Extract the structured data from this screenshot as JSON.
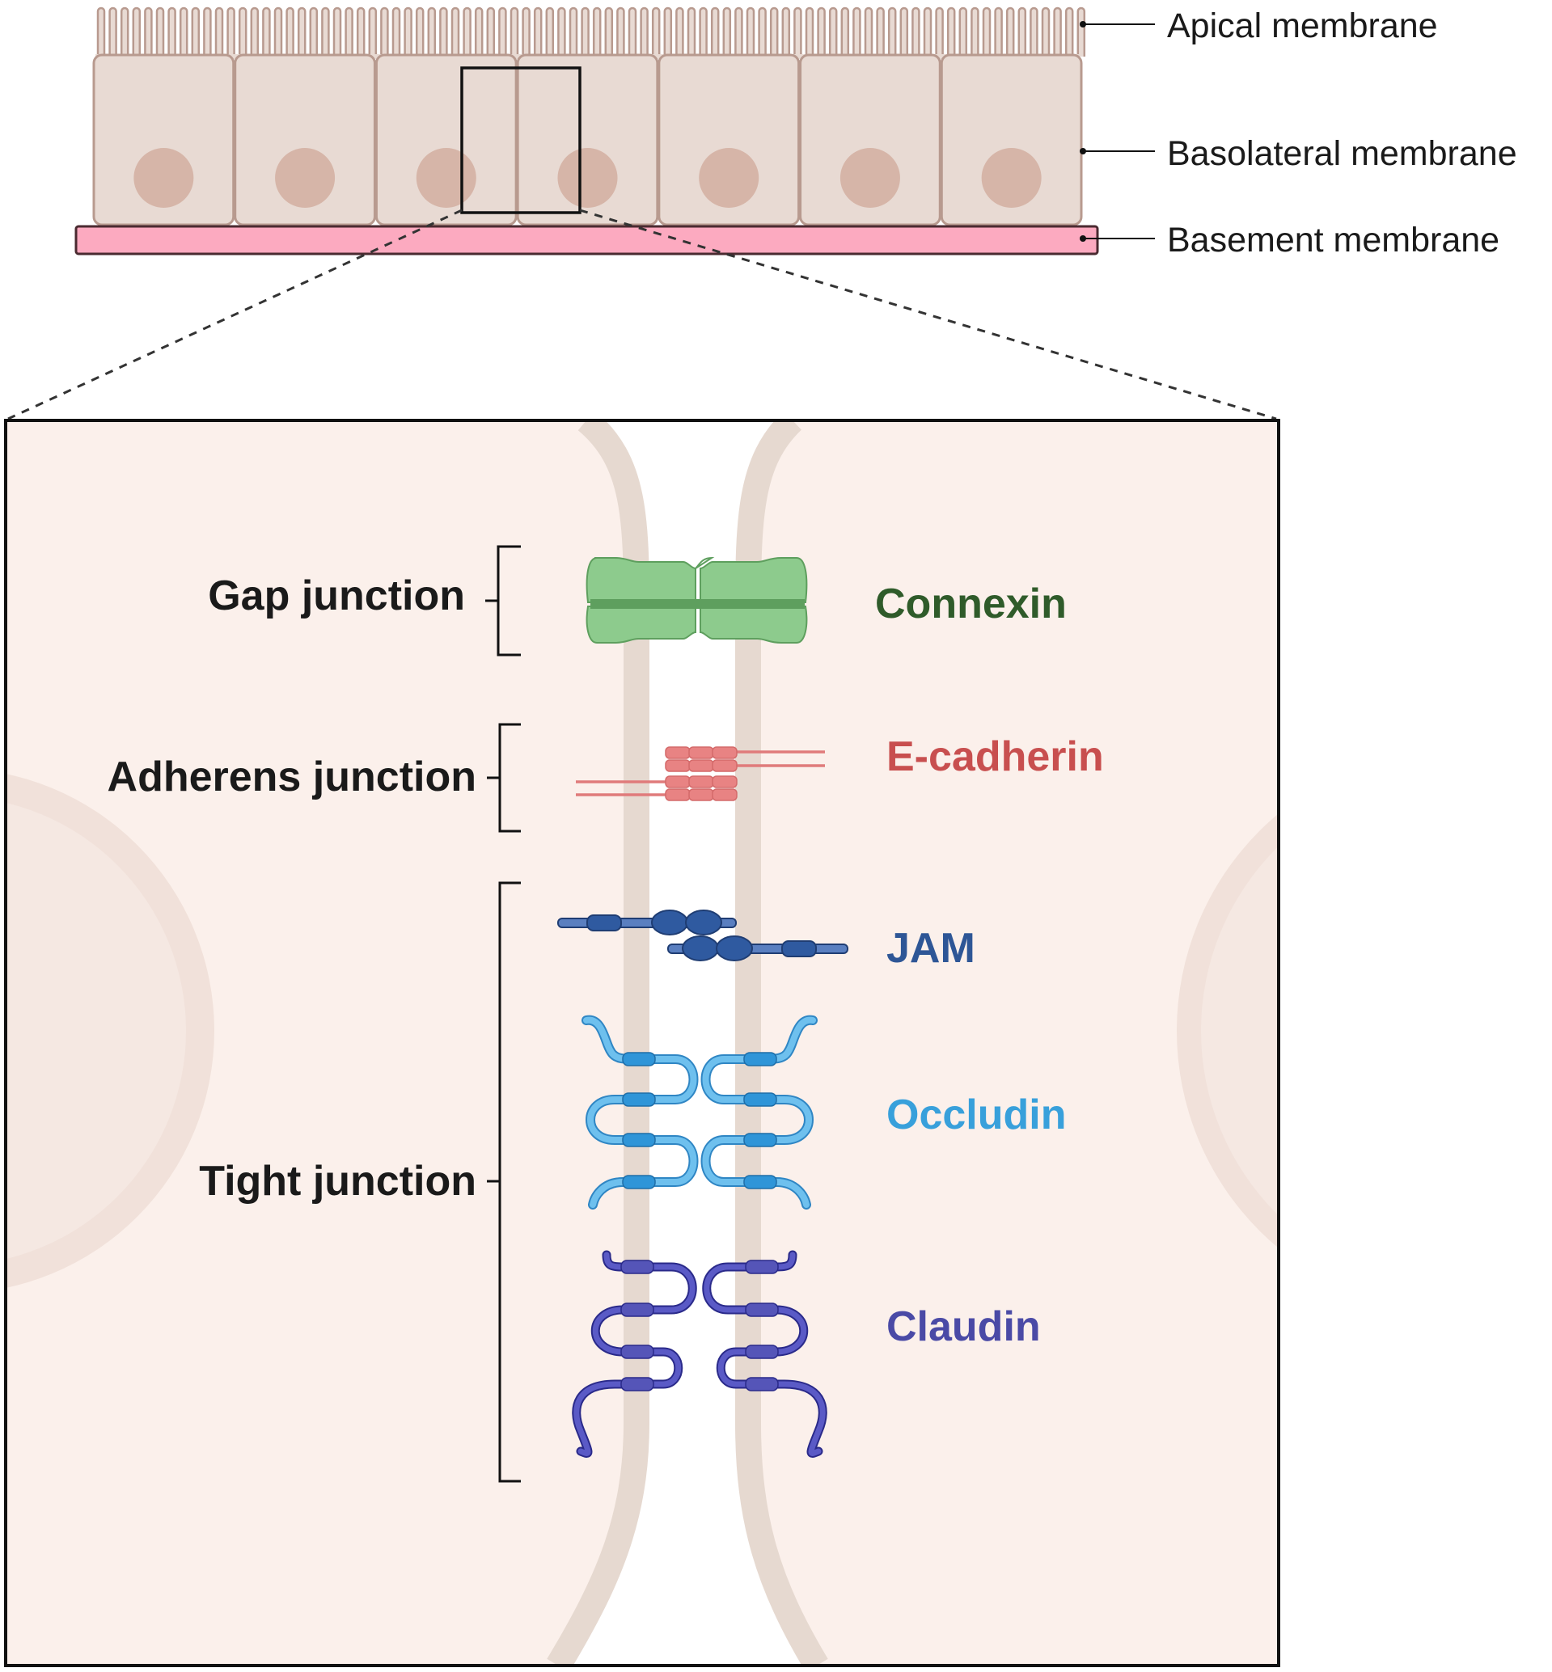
{
  "overview": {
    "labels": {
      "apical": "Apical membrane",
      "basolateral": "Basolateral membrane",
      "basement": "Basement membrane"
    },
    "cell_count": 7
  },
  "detail": {
    "junctions": {
      "gap": "Gap junction",
      "adherens": "Adherens junction",
      "tight": "Tight junction"
    },
    "proteins": {
      "connexin": "Connexin",
      "ecadherin": "E-cadherin",
      "jam": "JAM",
      "occludin": "Occludin",
      "claudin": "Claudin"
    }
  },
  "colors": {
    "cell_fill": "#e8dad3",
    "cell_stroke": "#b89a8f",
    "nucleus": "#d6b5a8",
    "basement": "#fcaac0",
    "detail_bg": "#fbf0eb",
    "membrane": "#e6d9d0",
    "connexin": "#2f5b2a",
    "ecadherin": "#c84f4f",
    "jam": "#2e5696",
    "occludin": "#38a0db",
    "claudin": "#4a4aa6"
  }
}
